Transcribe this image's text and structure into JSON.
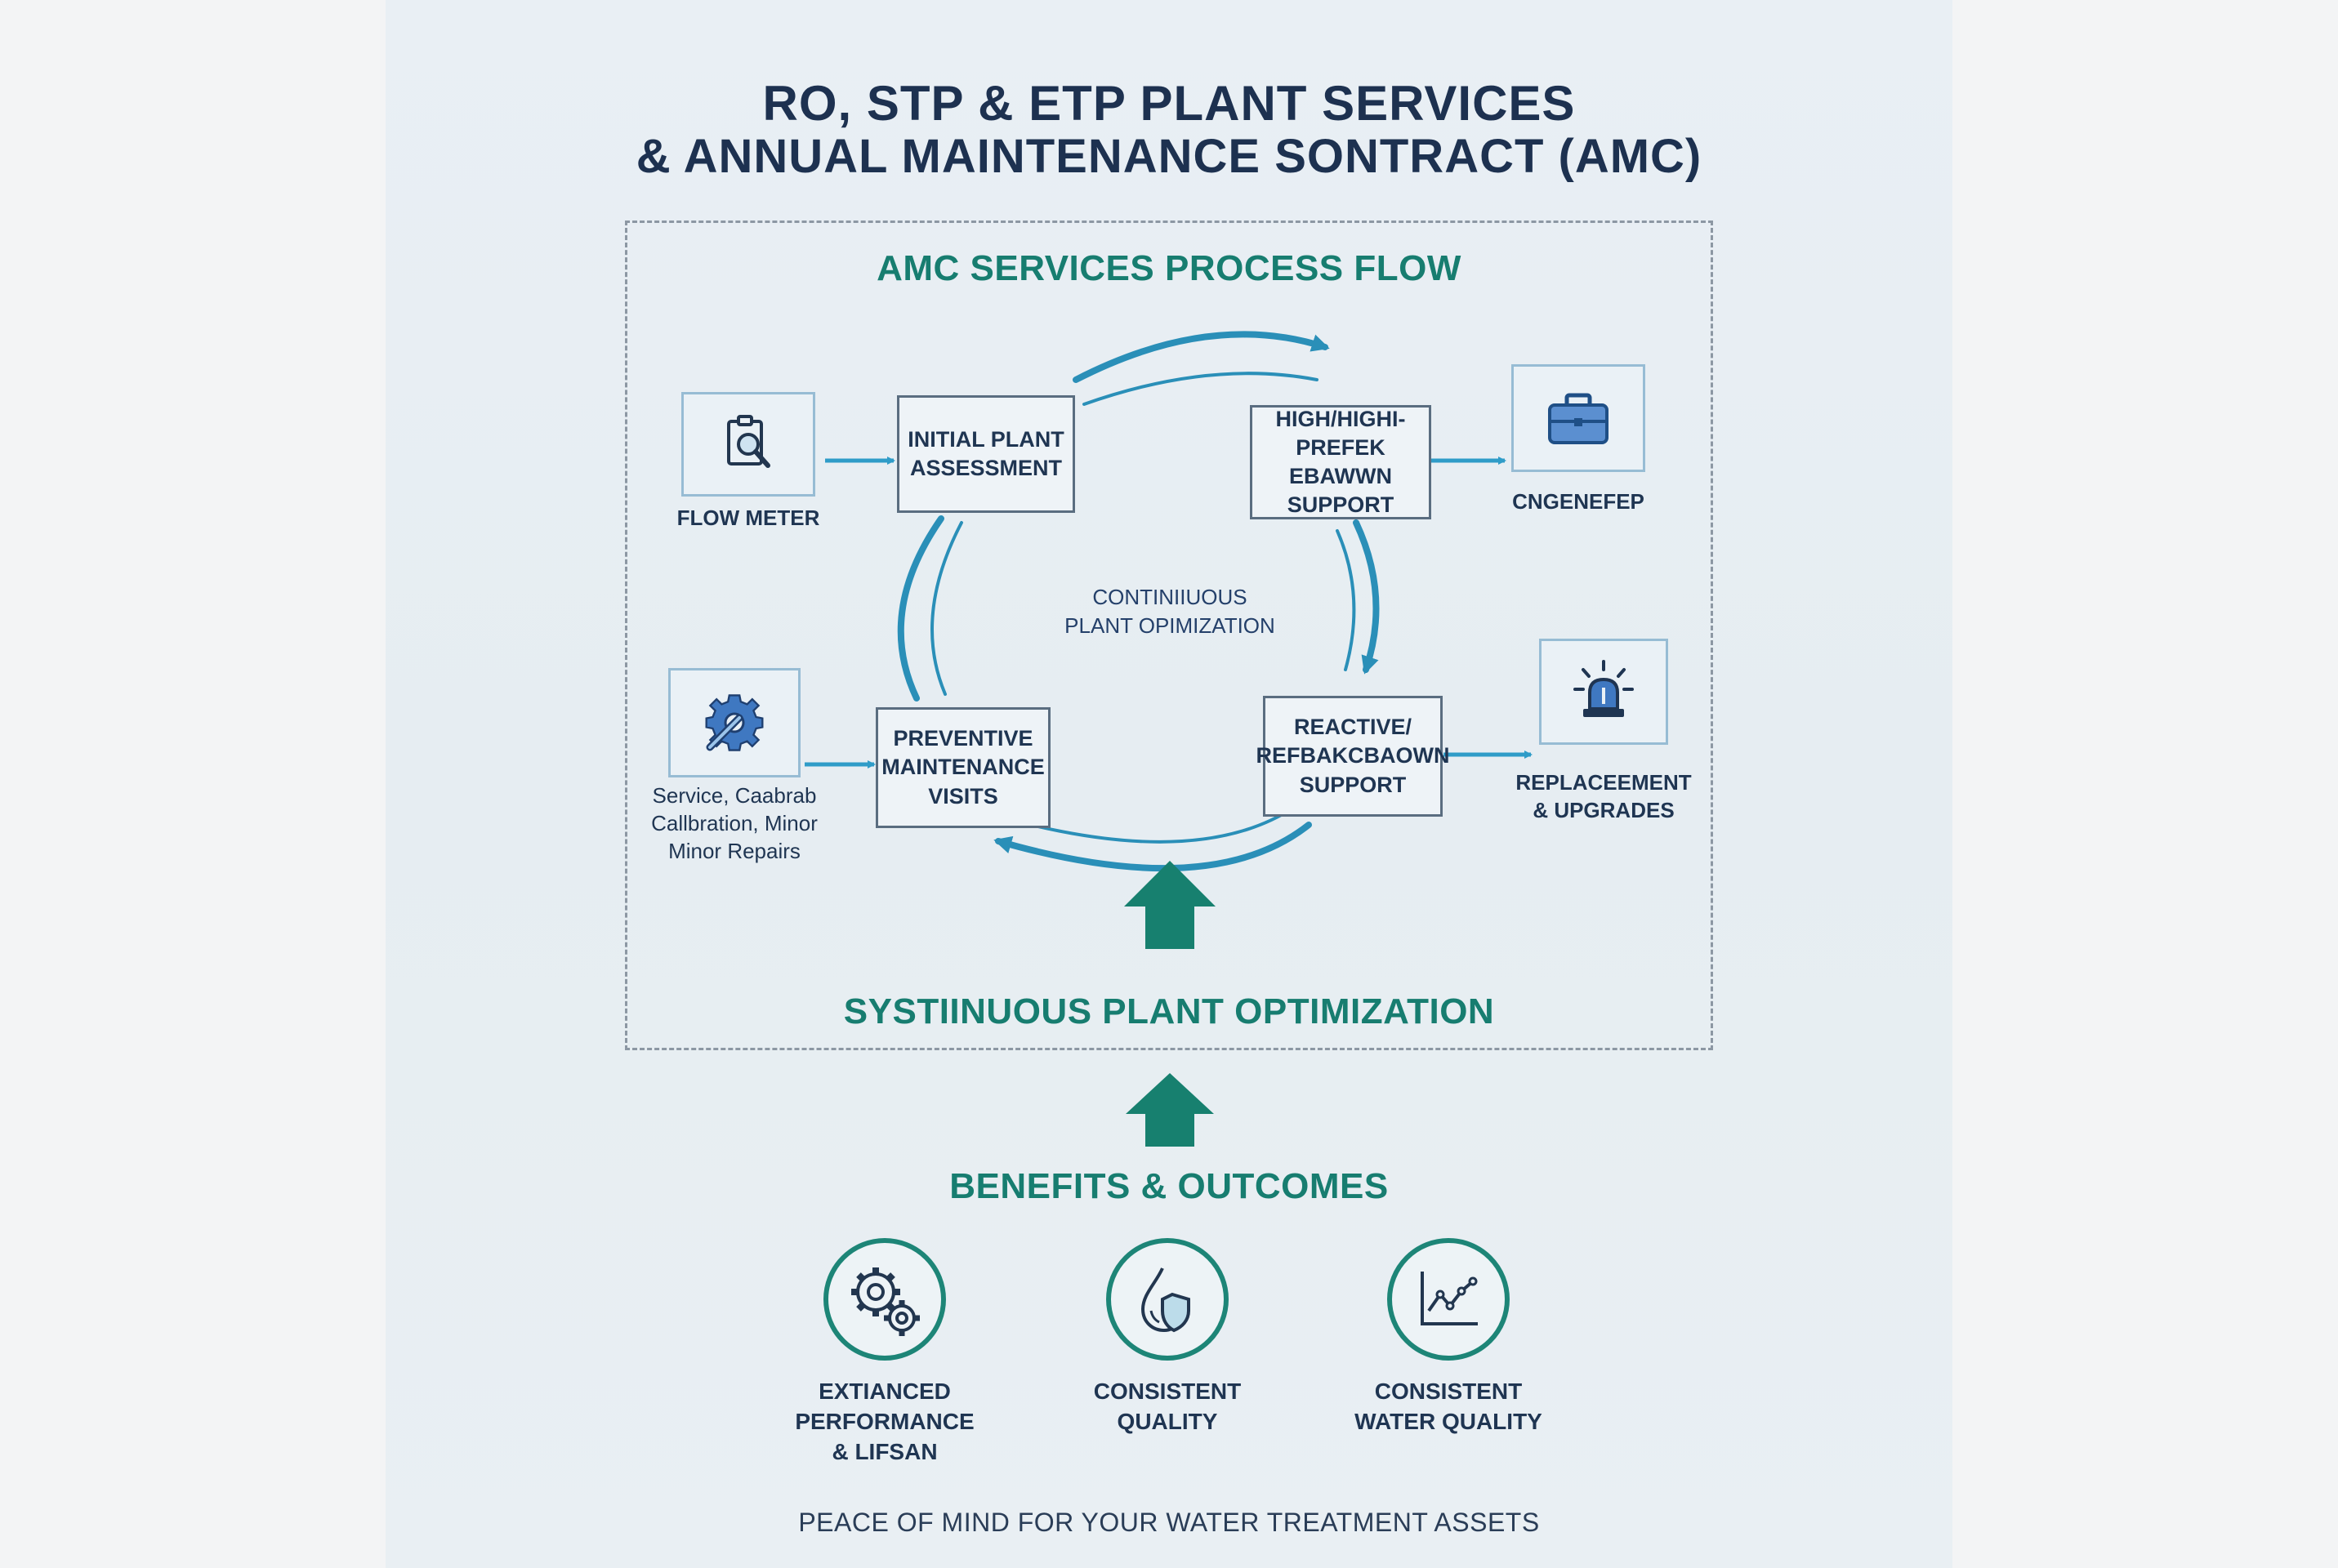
{
  "header": {
    "title_line1": "RO, STP & ETP PLANT SERVICES",
    "title_line2": "& ANNUAL MAINTENANCE SONTRACT (AMC)"
  },
  "flow": {
    "title": "AMC SERVICES PROCESS FLOW",
    "center_label": "CONTINIIUOUS\nPLANT OPIMIZATION",
    "bottom_label": "SYSTIINUOUS PLANT OPTIMIZATION",
    "nodes": {
      "initial": "INITIAL PLANT\nASSESSMENT",
      "high": "HIGH/HIGHI-\nPREFEK EBAWWN\nSUPPORT",
      "preventive": "PREVENTIVE\nMAINTENANCE\nVISITS",
      "reactive": "REACTIVE/\nREFBAKCBAOWN\nSUPPORT"
    },
    "side_items": {
      "flow_meter": "FLOW METER",
      "cngenefep": "CNGENEFEP",
      "service": "Service, Caabrab\nCallbration, Minor\nMinor Repairs",
      "replacement": "REPLACEEMENT\n& UPGRADES"
    },
    "icons": [
      "clipboard-search-icon",
      "briefcase-icon",
      "gear-wrench-icon",
      "alarm-light-icon"
    ]
  },
  "benefits": {
    "title": "BENEFITS & OUTCOMES",
    "items": [
      {
        "label": "EXTIANCED\nPERFORMANCE\n& LIFSAN",
        "icon": "gears-icon"
      },
      {
        "label": "CONSISTENT\nQUALITY",
        "icon": "water-shield-icon"
      },
      {
        "label": "CONSISTENT\nWATER QUALITY",
        "icon": "line-chart-icon"
      }
    ]
  },
  "footer": "PEACE OF MIND FOR YOUR WATER TREATMENT ASSETS",
  "colors": {
    "navy": "#1d3150",
    "teal": "#177d70",
    "arrow_blue": "#2f9cc8",
    "ring_blue": "#2a8fb8"
  }
}
